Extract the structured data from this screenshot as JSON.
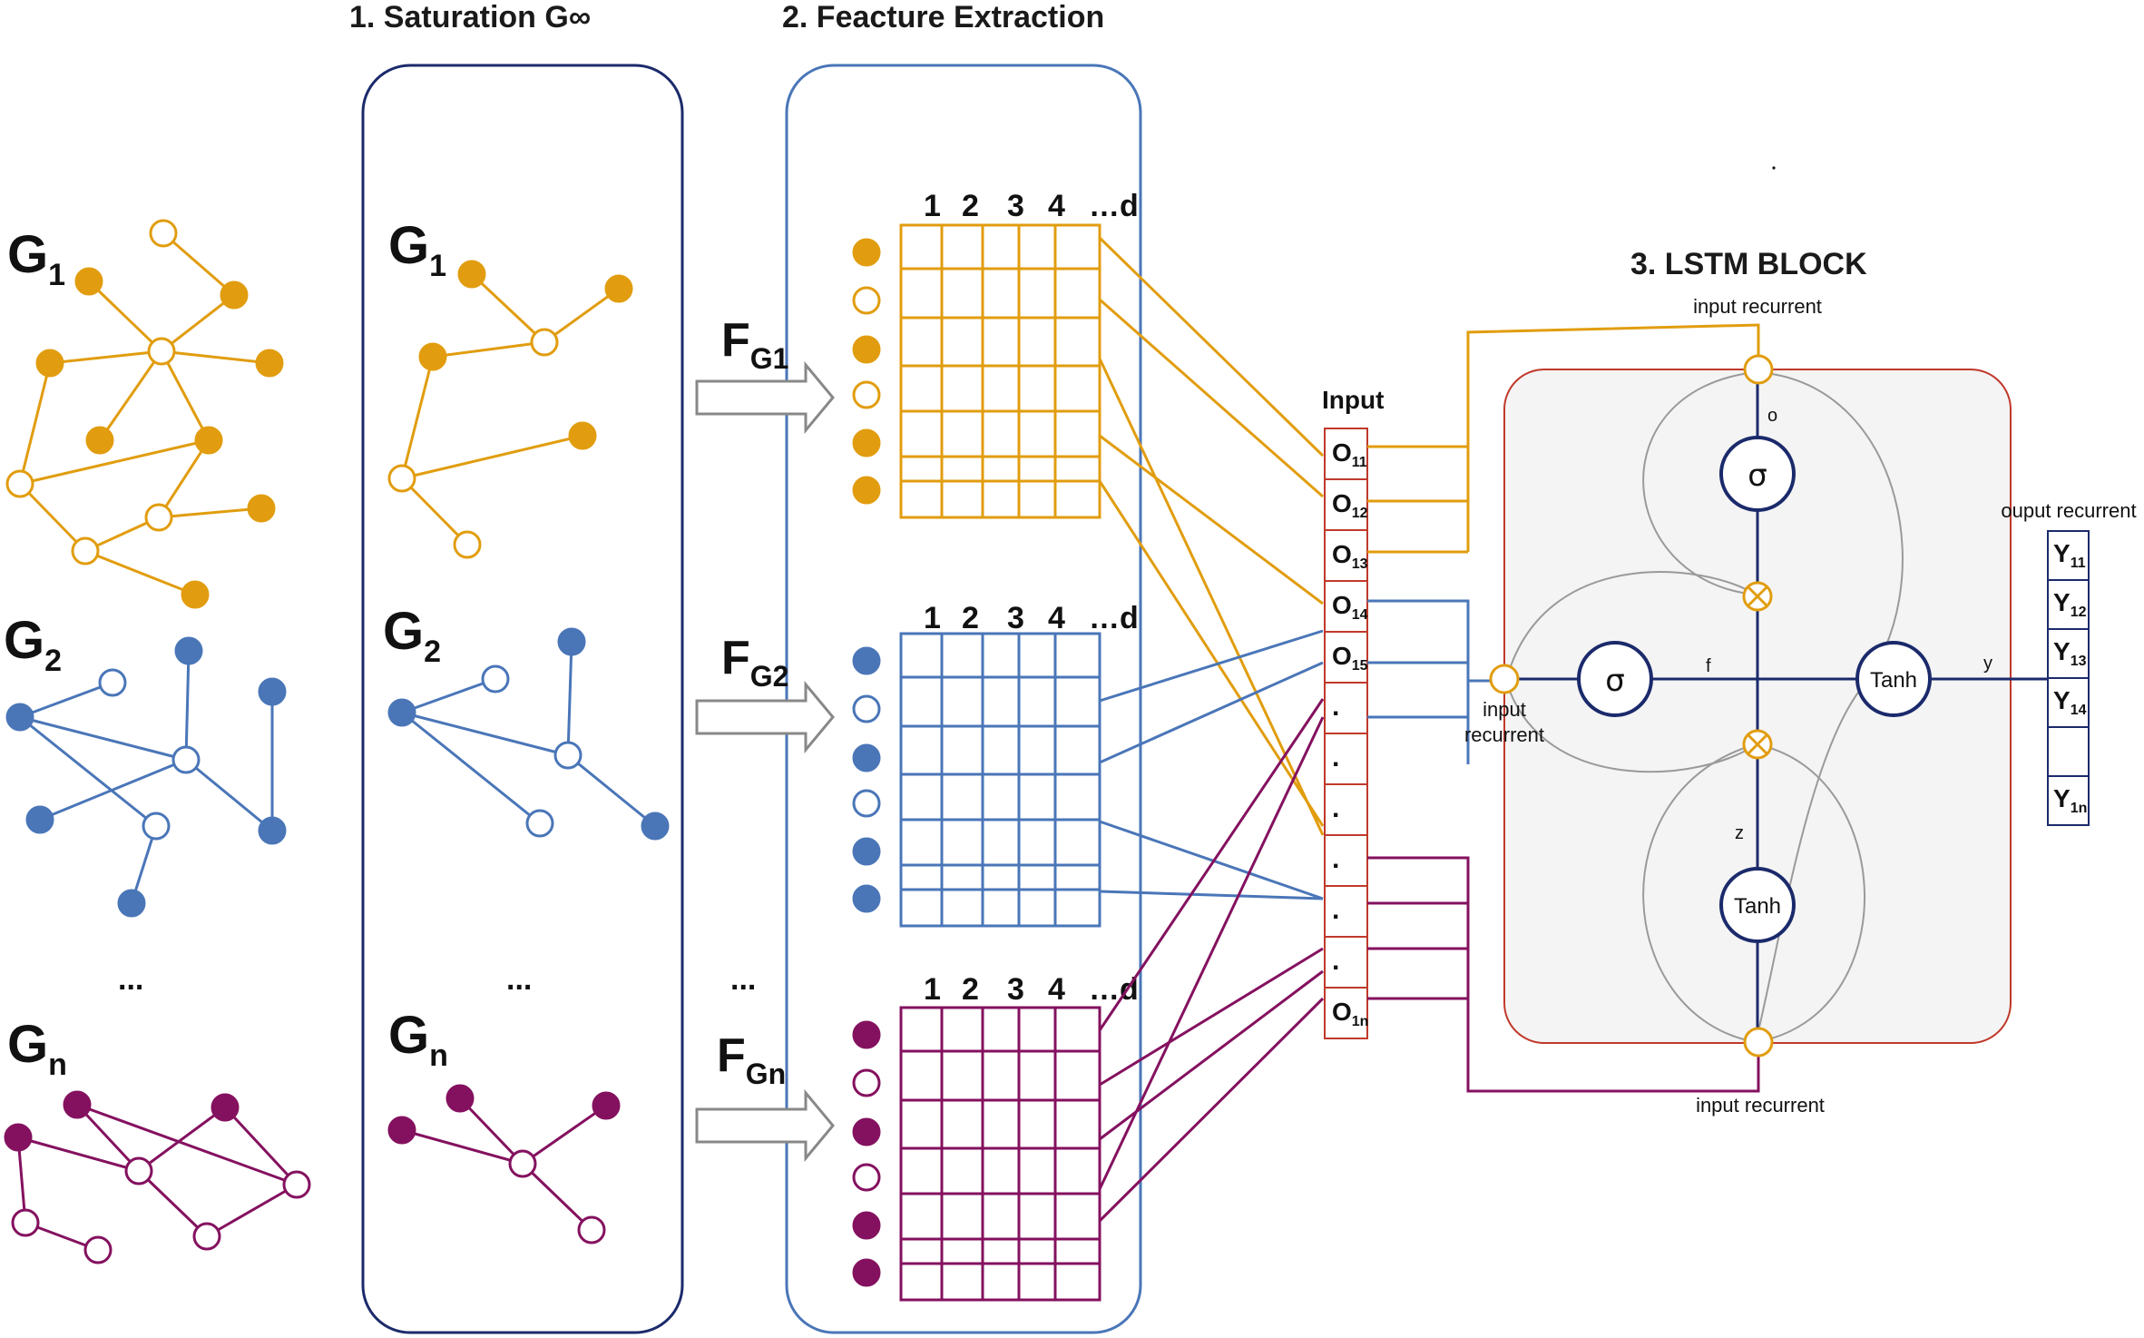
{
  "titles": {
    "saturation": "1. Saturation G∞",
    "feature": "2. Feacture Extraction",
    "lstm": "3. LSTM BLOCK"
  },
  "graphs": [
    {
      "label": "G",
      "sub": "1",
      "color": "#e19d0f"
    },
    {
      "label": "G",
      "sub": "2",
      "color": "#4a76b8"
    },
    {
      "label": "G",
      "sub": "n",
      "color": "#84115f"
    }
  ],
  "features": [
    {
      "label": "F",
      "sub": "G1"
    },
    {
      "label": "F",
      "sub": "G2"
    },
    {
      "label": "F",
      "sub": "Gn"
    }
  ],
  "ellipsis": "...",
  "matrix_header": [
    "1",
    "2",
    "3",
    "4",
    "…d"
  ],
  "input": {
    "title": "Input",
    "cells": [
      {
        "main": "O",
        "sub": "11"
      },
      {
        "main": "O",
        "sub": "12"
      },
      {
        "main": "O",
        "sub": "13"
      },
      {
        "main": "O",
        "sub": "14"
      },
      {
        "main": "O",
        "sub": "15"
      },
      {
        "main": ".",
        "sub": ""
      },
      {
        "main": ".",
        "sub": ""
      },
      {
        "main": ".",
        "sub": ""
      },
      {
        "main": ".",
        "sub": ""
      },
      {
        "main": ".",
        "sub": ""
      },
      {
        "main": ".",
        "sub": ""
      },
      {
        "main": "O",
        "sub": "1n"
      }
    ]
  },
  "lstm": {
    "input_recurrent_top": "input recurrent",
    "input_recurrent_left_1": "input",
    "input_recurrent_left_2": "recurrent",
    "input_recurrent_bottom": "input recurrent",
    "sigma": "σ",
    "tanh": "Tanh",
    "label_o": "o",
    "label_f": "f",
    "label_z": "z",
    "label_y": "y"
  },
  "output": {
    "title": "ouput recurrent",
    "cells": [
      {
        "main": "Y",
        "sub": "11"
      },
      {
        "main": "Y",
        "sub": "12"
      },
      {
        "main": "Y",
        "sub": "13"
      },
      {
        "main": "Y",
        "sub": "14"
      },
      {
        "main": "",
        "sub": ""
      },
      {
        "main": "Y",
        "sub": "1n"
      }
    ]
  },
  "colors": {
    "orange": "#e19d0f",
    "blue": "#4a76b8",
    "purple": "#84115f",
    "navy": "#1b2a6b",
    "lstm_border": "#c0392b",
    "arrow_gray": "#888888"
  }
}
